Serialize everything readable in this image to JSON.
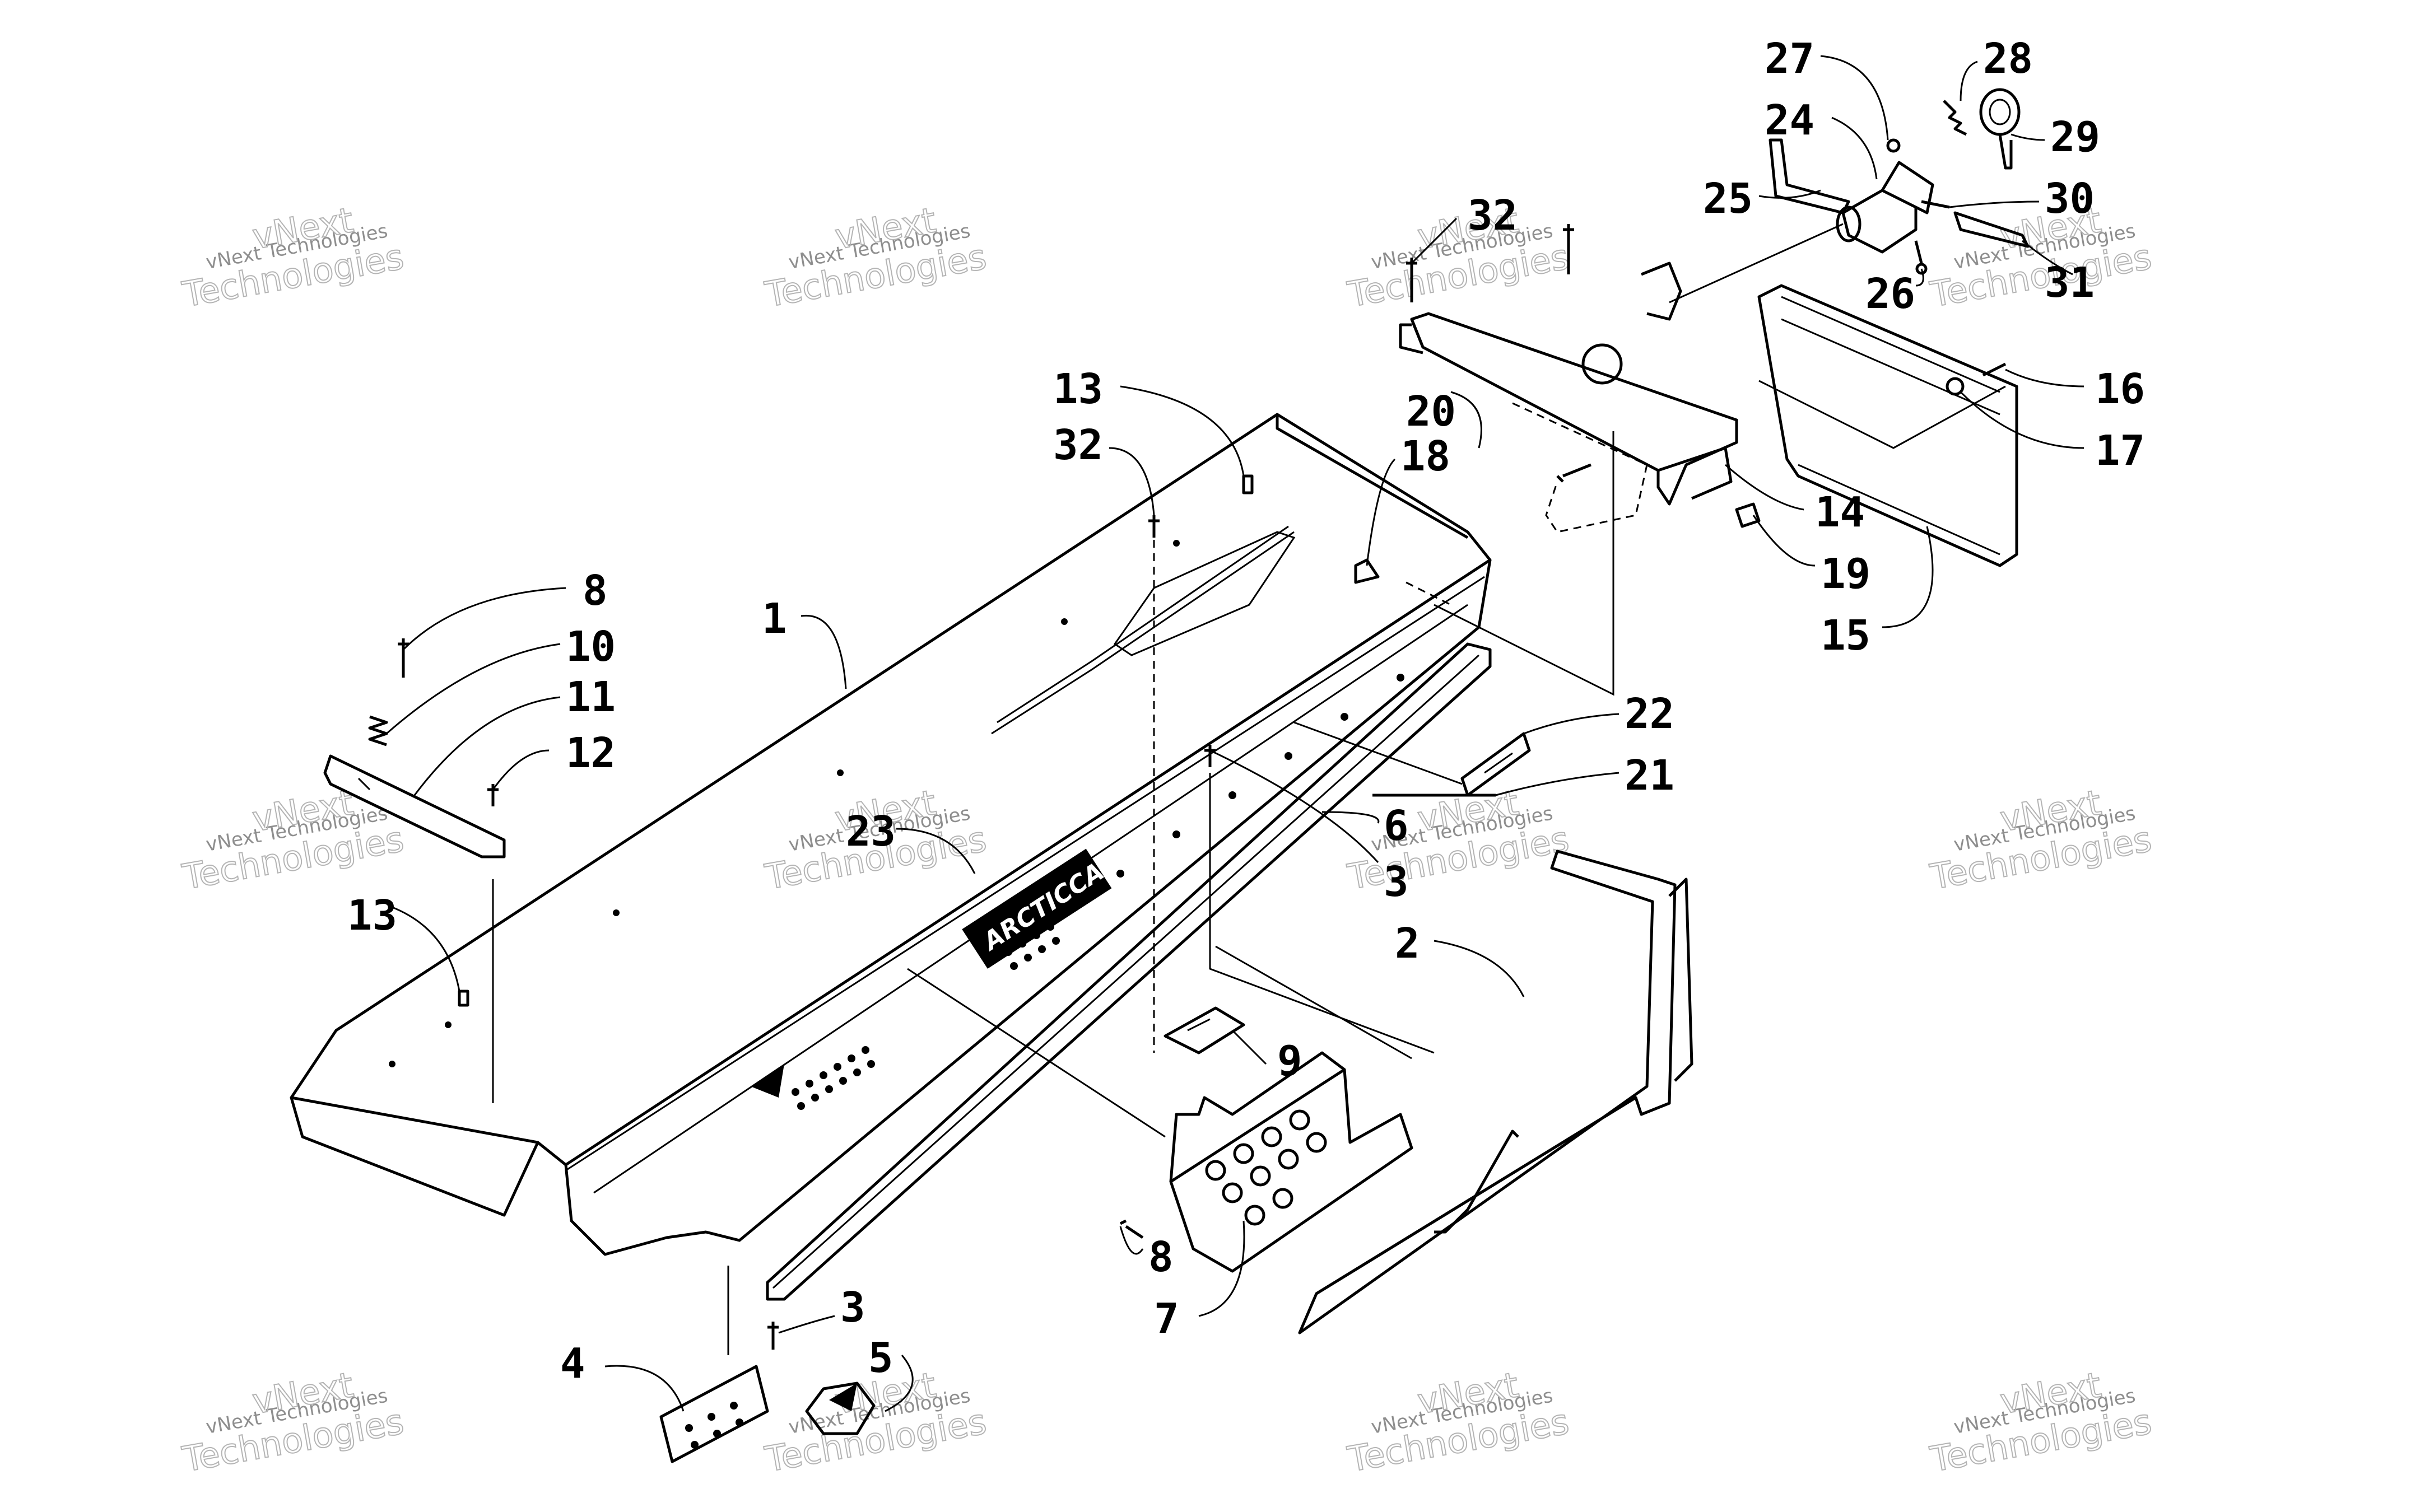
{
  "watermark": {
    "line1": "vNext Technologies",
    "line2": "vNext",
    "line3": "Technologies"
  },
  "logo": {
    "text": "ARCTICCAT"
  },
  "callouts": [
    {
      "id": "1",
      "label": "1"
    },
    {
      "id": "2",
      "label": "2"
    },
    {
      "id": "3a",
      "label": "3"
    },
    {
      "id": "3b",
      "label": "3"
    },
    {
      "id": "4",
      "label": "4"
    },
    {
      "id": "5",
      "label": "5"
    },
    {
      "id": "6",
      "label": "6"
    },
    {
      "id": "7",
      "label": "7"
    },
    {
      "id": "8a",
      "label": "8"
    },
    {
      "id": "8b",
      "label": "8"
    },
    {
      "id": "9",
      "label": "9"
    },
    {
      "id": "10",
      "label": "10"
    },
    {
      "id": "11",
      "label": "11"
    },
    {
      "id": "12",
      "label": "12"
    },
    {
      "id": "13a",
      "label": "13"
    },
    {
      "id": "13b",
      "label": "13"
    },
    {
      "id": "14",
      "label": "14"
    },
    {
      "id": "15",
      "label": "15"
    },
    {
      "id": "16",
      "label": "16"
    },
    {
      "id": "17",
      "label": "17"
    },
    {
      "id": "18",
      "label": "18"
    },
    {
      "id": "19",
      "label": "19"
    },
    {
      "id": "20",
      "label": "20"
    },
    {
      "id": "21",
      "label": "21"
    },
    {
      "id": "22",
      "label": "22"
    },
    {
      "id": "23",
      "label": "23"
    },
    {
      "id": "24",
      "label": "24"
    },
    {
      "id": "25",
      "label": "25"
    },
    {
      "id": "26",
      "label": "26"
    },
    {
      "id": "27",
      "label": "27"
    },
    {
      "id": "28",
      "label": "28"
    },
    {
      "id": "29",
      "label": "29"
    },
    {
      "id": "30",
      "label": "30"
    },
    {
      "id": "31",
      "label": "31"
    },
    {
      "id": "32a",
      "label": "32"
    },
    {
      "id": "32b",
      "label": "32"
    }
  ]
}
